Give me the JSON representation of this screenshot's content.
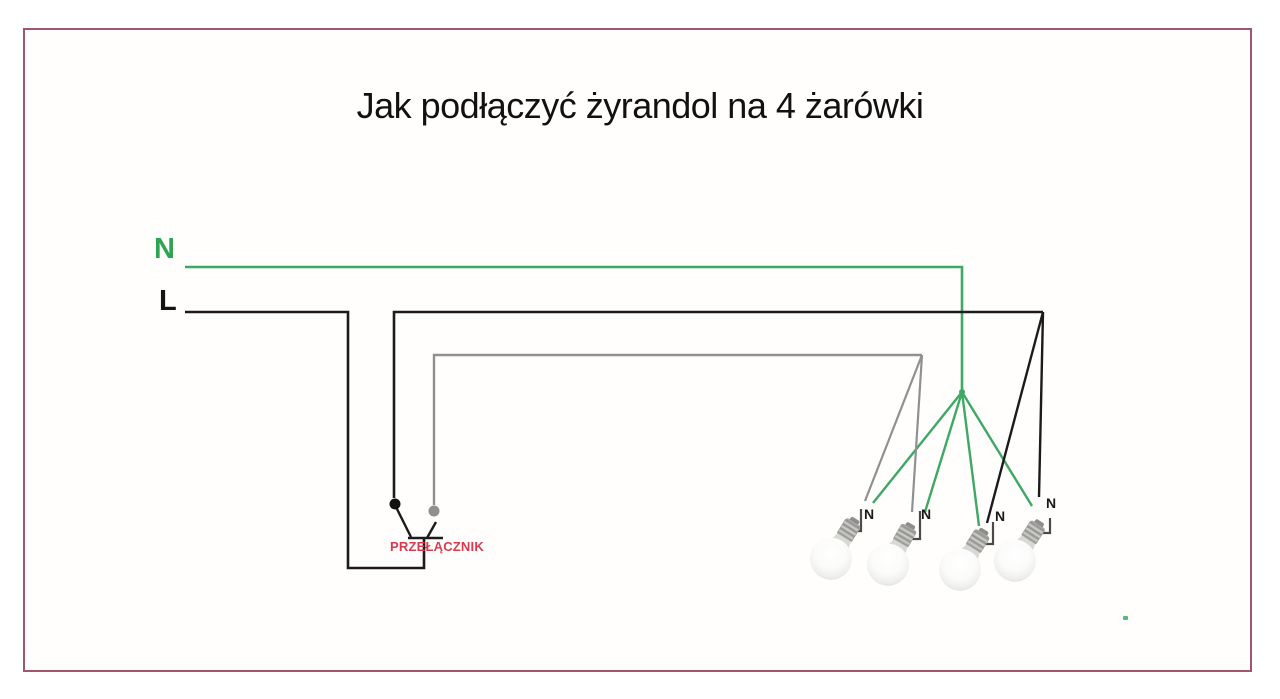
{
  "title": "Jak podłączyć żyrandol na 4 żarówki",
  "labels": {
    "neutral": "N",
    "live": "L",
    "switch": "PRZEŁĄCZNIK",
    "bulb_terminals": [
      "N",
      "N",
      "N",
      "N"
    ]
  },
  "colors": {
    "neutral_wire": "#3fa865",
    "neutral_label": "#2fa452",
    "live_wire": "#1b1b1b",
    "switched_wire_gray": "#909090",
    "switch_contact_black": "#111111",
    "switch_contact_gray": "#8f8f8f",
    "switch_label_red": "#d93a50",
    "connector_wire": "#4a4a4a",
    "border": "#a15570",
    "canvas": "#fffefb"
  },
  "diagram": {
    "type": "wiring-diagram",
    "bulb_count": 4,
    "wires": [
      {
        "name": "N (neutral)",
        "color_name": "green"
      },
      {
        "name": "L (live)",
        "color_name": "black"
      },
      {
        "name": "switched live circuit 1",
        "color_name": "black"
      },
      {
        "name": "switched live circuit 2",
        "color_name": "gray"
      }
    ],
    "components": [
      "two-way switch (przełącznik)",
      "bulb 1",
      "bulb 2",
      "bulb 3",
      "bulb 4"
    ]
  }
}
